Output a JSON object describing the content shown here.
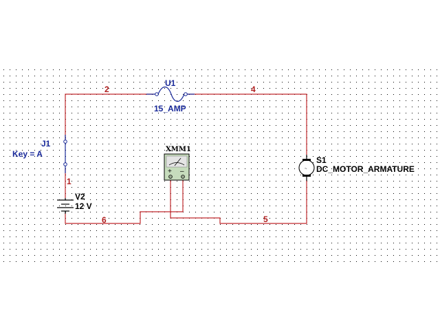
{
  "colors": {
    "wire": "#c0282c",
    "component": "#1a2a9a",
    "net_label": "#b02020",
    "grid_dot": "#000000",
    "meter_face": "#c6dcbc",
    "meter_display": "#e4e4e4"
  },
  "components": {
    "switch": {
      "ref": "J1",
      "value": "Key = A"
    },
    "fuse": {
      "ref": "U1",
      "value": "15_AMP"
    },
    "battery": {
      "ref": "V2",
      "value": "12 V"
    },
    "motor": {
      "ref": "S1",
      "value": "DC_MOTOR_ARMATURE",
      "symbol": "motor-icon"
    },
    "multimeter": {
      "ref": "XMM1",
      "plus": "+",
      "minus": "–",
      "symbol": "multimeter-icon"
    }
  },
  "nets": [
    {
      "id": "net-1",
      "label": "1"
    },
    {
      "id": "net-2",
      "label": "2"
    },
    {
      "id": "net-4",
      "label": "4"
    },
    {
      "id": "net-5",
      "label": "5"
    },
    {
      "id": "net-6",
      "label": "6"
    }
  ]
}
